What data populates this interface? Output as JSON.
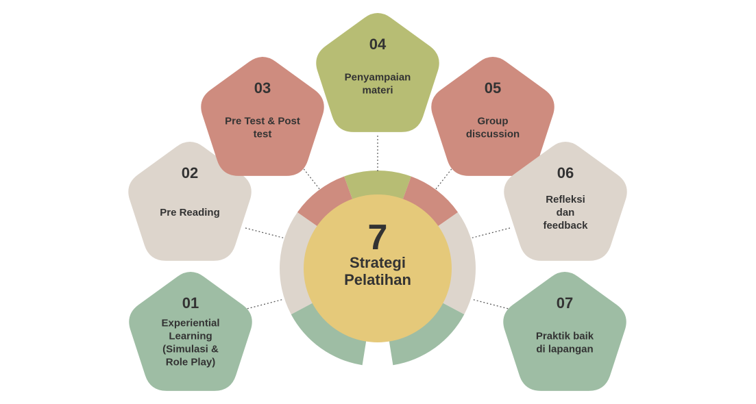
{
  "center": {
    "number": "7",
    "line1": "Strategi",
    "line2": "Pelatihan",
    "color": "#E5C97A"
  },
  "strategies": [
    {
      "number": "01",
      "lines": [
        "Experiential",
        "Learning",
        "(Simulasi &",
        "Role Play)"
      ],
      "color": "#9EBDA4"
    },
    {
      "number": "02",
      "lines": [
        "Pre Reading"
      ],
      "color": "#DDD5CC"
    },
    {
      "number": "03",
      "lines": [
        "Pre Test & Post",
        "test"
      ],
      "color": "#CE8C7F"
    },
    {
      "number": "04",
      "lines": [
        "Penyampaian",
        "materi"
      ],
      "color": "#B7BD74"
    },
    {
      "number": "05",
      "lines": [
        "Group",
        "discussion"
      ],
      "color": "#CE8C7F"
    },
    {
      "number": "06",
      "lines": [
        "Refleksi",
        "dan",
        "feedback"
      ],
      "color": "#DDD5CC"
    },
    {
      "number": "07",
      "lines": [
        "Praktik baik",
        "di lapangan"
      ],
      "color": "#9EBDA4"
    }
  ]
}
